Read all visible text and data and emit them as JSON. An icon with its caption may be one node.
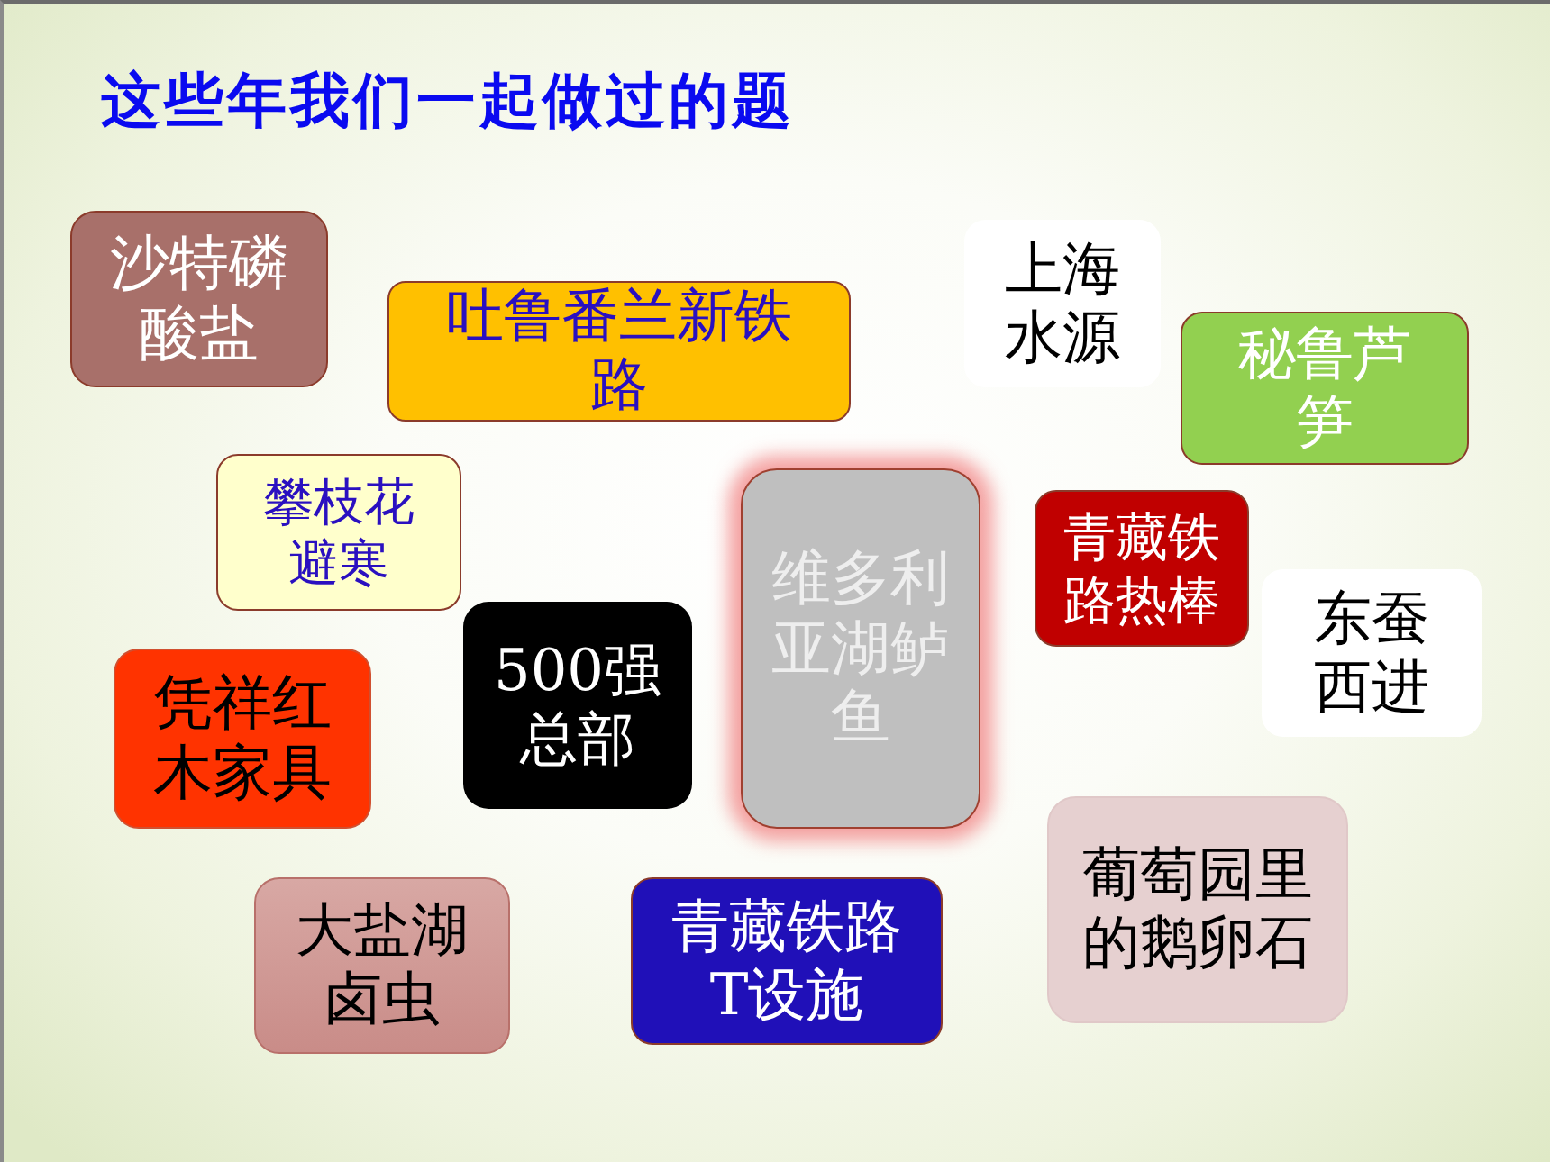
{
  "diagram": {
    "title": "这些年我们一起做过的题",
    "nodes": [
      {
        "text": [
          "沙特磷酸盐"
        ]
      },
      {
        "text": [
          "上海水源"
        ]
      },
      {
        "text": [
          "吐鲁番兰新铁路"
        ]
      },
      {
        "text": [
          "秘鲁芦笋"
        ]
      },
      {
        "text": [
          "攀枝花避寒"
        ]
      },
      {
        "text": [
          "维多利亚湖鲈鱼"
        ]
      },
      {
        "text": [
          "青藏铁路热棒"
        ]
      },
      {
        "text": [
          "东蚕西进"
        ]
      },
      {
        "text": [
          "500强总部"
        ]
      },
      {
        "text": [
          "凭祥红木家具"
        ]
      },
      {
        "text": [
          "葡萄园里的鹅卵石"
        ]
      },
      {
        "text": [
          "大盐湖卤虫"
        ]
      },
      {
        "text": [
          "青藏铁路T设施"
        ]
      }
    ]
  }
}
